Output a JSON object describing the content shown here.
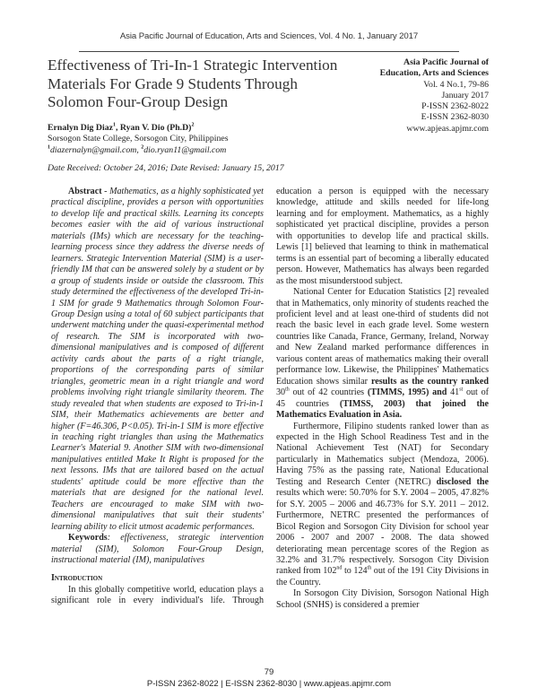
{
  "header": {
    "journal_line": "Asia Pacific Journal of Education, Arts and Sciences, Vol. 4 No. 1, January 2017"
  },
  "title": "Effectiveness of Tri-In-1 Strategic Intervention Materials For Grade 9 Students Through Solomon Four-Group Design",
  "journal_info": {
    "name1": "Asia Pacific Journal of",
    "name2": "Education, Arts and Sciences",
    "volume": "Vol. 4 No.1, 79-86",
    "date": "January 2017",
    "pissn": "P-ISSN 2362-8022",
    "eissn": "E-ISSN 2362-8030",
    "website": "www.apjeas.apjmr.com"
  },
  "authors": {
    "a1": "Ernalyn Dig Diaz",
    "s1": "1",
    "sep": ", ",
    "a2": "Ryan V. Dio (Ph.D)",
    "s2": "2"
  },
  "affiliation": "Sorsogon State College, Sorsogon City, Philippines",
  "emails": {
    "s1": "1",
    "e1": "diazernalyn@gmail.com, ",
    "s2": "2",
    "e2": "dio.ryan11@gmail.com"
  },
  "dates": "Date Received: October 24, 2016; Date Revised: January 15, 2017",
  "abstract": {
    "label": "Abstract",
    "text": " - Mathematics, as a highly sophisticated yet practical discipline, provides a person with opportunities to develop life and practical skills. Learning its concepts becomes easier with the aid of various instructional materials (IMs) which are necessary for the teaching-learning process since they address the diverse needs of learners. Strategic Intervention Material (SIM) is a user-friendly IM that can be answered solely by a student or by a group of students inside or outside the classroom. This study determined the effectiveness of the developed Tri-in-1 SIM for grade 9 Mathematics through Solomon Four-Group Design using a total of 60 subject participants that underwent matching under the quasi-experimental method of research. The SIM is incorporated with two-dimensional manipulatives and is composed of different activity cards about the parts of a right triangle, proportions of the corresponding parts of similar triangles, geometric mean in a right triangle and word problems involving right triangle similarity theorem. The study revealed that when students are exposed to Tri-in-1 SIM, their Mathematics achievements are better and higher (F=46.306, P<0.05). Tri-in-1 SIM is more effective in teaching right triangles than using the Mathematics Learner's Material 9. Another SIM with two-dimensional manipulatives entitled Make It Right is proposed for the next lessons. IMs that are tailored based on the actual students' aptitude could be more effective than the materials that are designed for the national level. Teachers are encouraged to make SIM with two-dimensional manipulatives that suit their students' learning ability to elicit utmost academic performances."
  },
  "keywords": {
    "label": "Keywords",
    "text": ": effectiveness, strategic intervention material (SIM), Solomon Four-Group Design, instructional material (IM), manipulatives"
  },
  "introduction": {
    "heading": "Introduction",
    "p1": "In this globally competitive world, education plays a significant role in every individual's life. Through education a person is equipped with the necessary knowledge, attitude and skills needed for life-long learning and for employment. Mathematics, as a highly sophisticated yet practical discipline, provides a person with opportunities to develop life and practical skills. Lewis [1] believed that learning to think in mathematical terms is an essential part of becoming a liberally educated person. However, Mathematics has always been regarded as the most misunderstood subject.",
    "p2": {
      "t1": "National Center for Education Statistics [2] revealed that in Mathematics, only minority of students reached the proficient level and at least one-third of students did not reach the basic level in each grade level. Some western countries like Canada, France, Germany, Ireland, Norway and New Zealand marked performance differences in various content areas of mathematics making their overall performance low. Likewise, the Philippines' Mathematics Education shows similar ",
      "b1": "results as the country ranked",
      "t2": " 30",
      "sup1": "th",
      "t3": " out of 42 countries ",
      "b2": "(TIMMS, 1995) and",
      "t4": " 41",
      "sup2": "st",
      "t5": " out of 45 countries ",
      "b3": "(TIMSS, 2003) that joined the Mathematics Evaluation in Asia."
    },
    "p3": {
      "t1": "Furthermore, Filipino students ranked lower than as expected in the High School Readiness Test and in the National Achievement Test (NAT) for Secondary particularly in Mathematics subject (Mendoza, 2006). Having 75% as the passing rate, National Educational Testing and Research Center (NETRC) ",
      "b1": "disclosed the",
      "t2": " results which were: 50.70% for S.Y. 2004 – 2005, 47.82% for S.Y. 2005 – 2006 and 46.73% for S.Y. 2011 – 2012. Furthermore, NETRC presented the performances of Bicol Region and Sorsogon City Division for school year 2006 - 2007 and 2007 - 2008. The data showed deteriorating mean percentage scores of the Region as 32.2% and 31.7% respectively. Sorsogon City Division ranked from 102",
      "sup1": "nd",
      "t3": " to 124",
      "sup2": "th",
      "t4": " out of the 191 City Divisions in the Country."
    },
    "p4": "In Sorsogon City Division, Sorsogon National High School (SNHS) is considered a premier"
  },
  "footer": {
    "page_number": "79",
    "issn_line": "P-ISSN 2362-8022 | E-ISSN 2362-8030 | www.apjeas.apjmr.com"
  }
}
